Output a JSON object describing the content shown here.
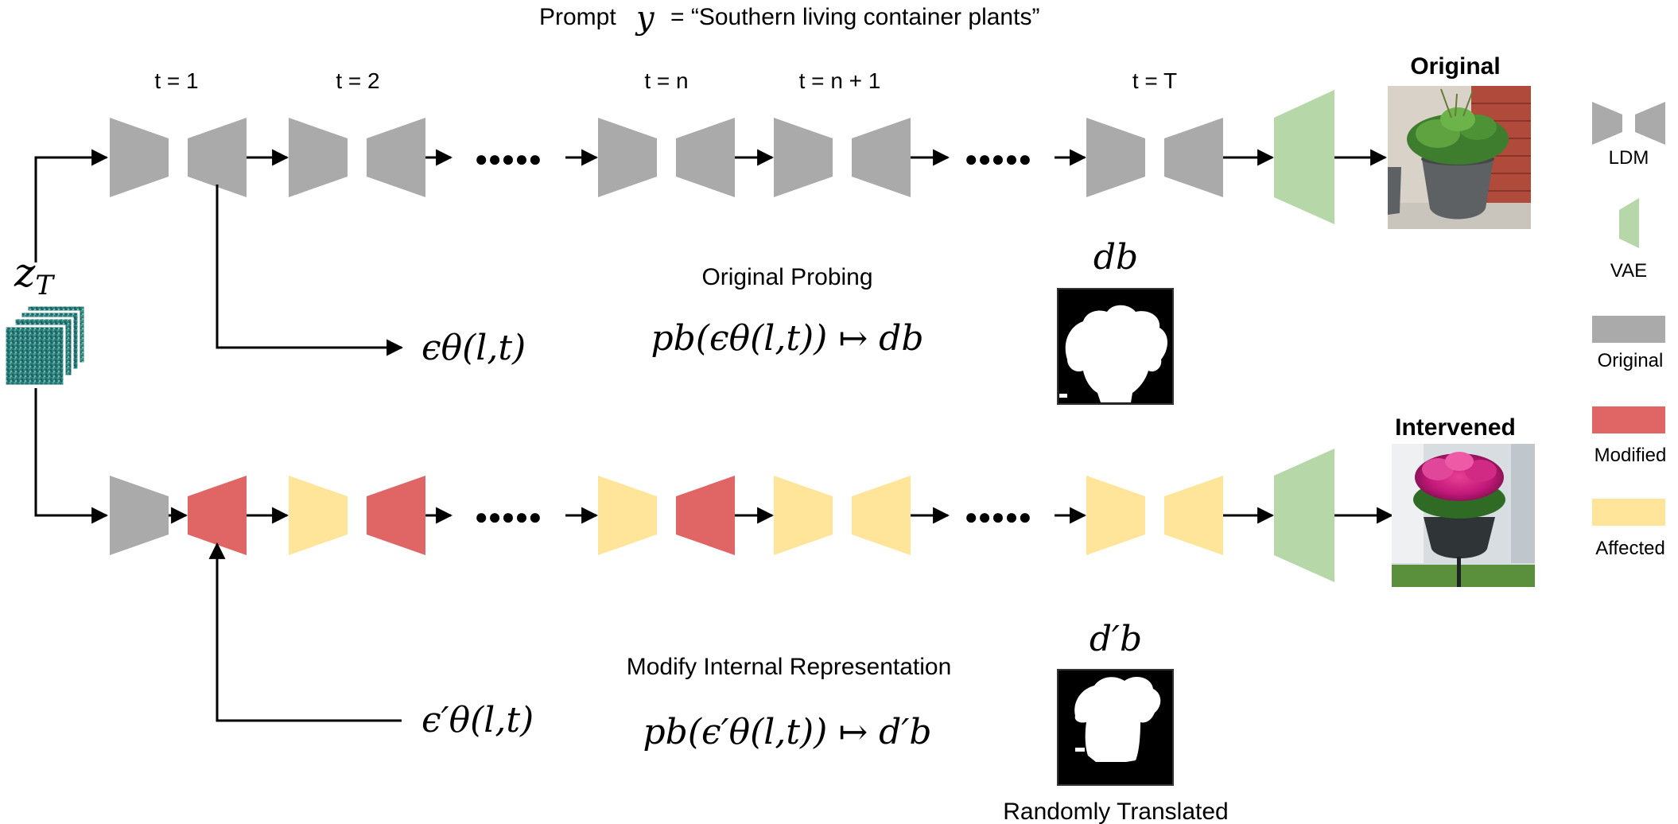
{
  "title": {
    "prefix": "Prompt",
    "variable": "y",
    "text": "= “Southern living container plants”"
  },
  "timesteps": [
    "t = 1",
    "t = 2",
    "t = n",
    "t = n + 1",
    "t = T"
  ],
  "dots": "●●●●●",
  "latent_label": "z",
  "latent_sub": "T",
  "top_image_label": "Original",
  "bottom_image_label": "Intervened",
  "probe": {
    "caption": "Original Probing",
    "epsilon_text": "ϵθ(l,t)",
    "formula_text": "pb(ϵθ(l,t)) ↦ db",
    "depth_label": "db"
  },
  "intervene": {
    "caption": "Modify Internal Representation",
    "epsilon_text": "ϵ′θ(l,t)",
    "formula_text": "pb(ϵ′θ(l,t)) ↦ d′b",
    "depth_label": "d′b",
    "note": "Randomly Translated"
  },
  "legend": {
    "ldm": "LDM",
    "vae": "VAE",
    "original": "Original",
    "modified": "Modified",
    "affected": "Affected"
  },
  "colors": {
    "gray": "#aaaaaa",
    "red": "#e06666",
    "yellow": "#ffe599",
    "green": "#b6d7a8",
    "arrow": "#000000"
  }
}
